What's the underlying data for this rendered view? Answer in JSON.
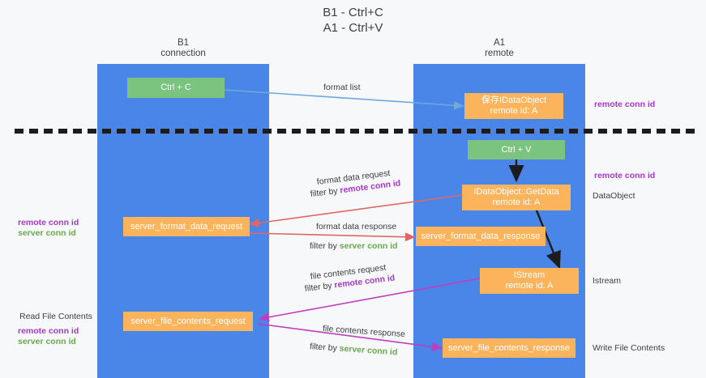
{
  "title": {
    "line1": "B1 - Ctrl+C",
    "line2": "A1 - Ctrl+V"
  },
  "lanes": [
    {
      "id": "b1",
      "name": "B1",
      "role": "connection",
      "color": "#4a86e8"
    },
    {
      "id": "a1",
      "name": "A1",
      "role": "remote",
      "color": "#4a86e8"
    }
  ],
  "colors": {
    "lane": "#4a86e8",
    "green_node": "#7ac47f",
    "orange_node": "#fbb45c",
    "remote_conn_id": "#a737c8",
    "server_conn_id": "#6aa84f",
    "arrow_blue": "#6fa8dc",
    "arrow_red": "#e06666",
    "arrow_magenta": "#c13cc1",
    "arrow_black": "#1c1c1c",
    "divider": "#1c1c1c",
    "background": "#f7f8f9"
  },
  "nodes": {
    "ctrl_c": {
      "label": "Ctrl + C"
    },
    "save_idataobject": {
      "line1": "保存IDataObject",
      "line2": "remote id: A"
    },
    "ctrl_v": {
      "label": "Ctrl + V"
    },
    "getdata": {
      "line1": "IDataObject::GetData",
      "line2": "remote id: A"
    },
    "server_format_data_request": {
      "label": "server_format_data_request"
    },
    "server_format_data_response": {
      "label": "server_format_data_response"
    },
    "istream": {
      "line1": "IStream",
      "line2": "remote id: A"
    },
    "server_file_contents_request": {
      "label": "server_file_contents_request"
    },
    "server_file_contents_response": {
      "label": "server_file_contents_response"
    }
  },
  "edge_labels": {
    "format_list": "format list",
    "format_data_request": "format data request",
    "format_data_request_filter_prefix": "filter by ",
    "format_data_request_filter_key": "remote conn id",
    "format_data_response": "format data response",
    "format_data_response_filter_prefix": "filter by ",
    "format_data_response_filter_key": "server conn id",
    "file_contents_request": "file contents request",
    "file_contents_request_filter_prefix": "filter by ",
    "file_contents_request_filter_key": "remote conn id",
    "file_contents_response": "file contents response",
    "file_contents_response_filter_prefix": "filter by ",
    "file_contents_response_filter_key": "server conn id"
  },
  "side_labels": {
    "right_remote_conn_id_top": "remote conn id",
    "right_remote_conn_id_mid": "remote conn id",
    "right_dataobject": "DataObject",
    "right_istream": "Istream",
    "right_write_file_contents": "Write File Contents",
    "left_remote_conn_id_mid": "remote conn id",
    "left_server_conn_id_mid": "server conn id",
    "left_read_file_contents": "Read File Contents",
    "left_remote_conn_id_bottom": "remote conn id",
    "left_server_conn_id_bottom": "server conn id"
  }
}
